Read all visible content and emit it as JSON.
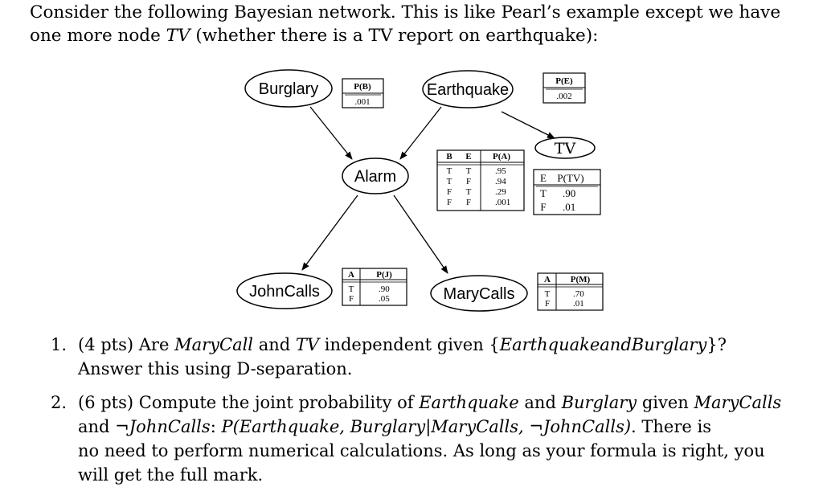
{
  "intro": {
    "line1": "Consider the following Bayesian network. This is like Pearl’s example except we have",
    "line2_a": "one more node ",
    "line2_tv": "TV",
    "line2_b": " (whether there is a TV report on earthquake):"
  },
  "network": {
    "nodes": {
      "burglary": "Burglary",
      "earthquake": "Earthquake",
      "alarm": "Alarm",
      "tv": "TV",
      "johncalls": "JohnCalls",
      "marycalls": "MaryCalls"
    },
    "cpt_b": {
      "header": "P(B)",
      "value": ".001"
    },
    "cpt_e": {
      "header": "P(E)",
      "value": ".002"
    },
    "cpt_a": {
      "h_b": "B",
      "h_e": "E",
      "h_p": "P(A)",
      "rows": [
        {
          "b": "T",
          "e": "T",
          "p": ".95"
        },
        {
          "b": "T",
          "e": "F",
          "p": ".94"
        },
        {
          "b": "F",
          "e": "T",
          "p": ".29"
        },
        {
          "b": "F",
          "e": "F",
          "p": ".001"
        }
      ]
    },
    "cpt_tv": {
      "h_e": "E",
      "h_p": "P(TV)",
      "rows": [
        {
          "e": "T",
          "p": ".90"
        },
        {
          "e": "F",
          "p": ".01"
        }
      ]
    },
    "cpt_j": {
      "h_a": "A",
      "h_p": "P(J)",
      "rows": [
        {
          "a": "T",
          "p": ".90"
        },
        {
          "a": "F",
          "p": ".05"
        }
      ]
    },
    "cpt_m": {
      "h_a": "A",
      "h_p": "P(M)",
      "rows": [
        {
          "a": "T",
          "p": ".70"
        },
        {
          "a": "F",
          "p": ".01"
        }
      ]
    }
  },
  "questions": [
    {
      "number": "1.",
      "l1_a": "(4 pts) Are ",
      "l1_v1": "MaryCall",
      "l1_b": " and ",
      "l1_v2": "TV",
      "l1_c": " independent given {",
      "l1_v3": "EarthquakeandBurglary",
      "l1_d": "}?",
      "l2": "Answer this using D-separation."
    },
    {
      "number": "2.",
      "l1_a": "(6 pts) Compute the joint probability of ",
      "l1_v1": "Earthquake",
      "l1_b": " and ",
      "l1_v2": "Burglary",
      "l1_c": " given ",
      "l1_v3": "MaryCalls",
      "l2_a": "and ¬",
      "l2_v1": "JohnCalls",
      "l2_b": ": ",
      "l2_formula": "P(Earthquake, Burglary|MaryCalls, ¬JohnCalls)",
      "l2_c": ". There is",
      "l3": "no need to perform numerical calculations. As long as your formula is right, you",
      "l4": "will get the full mark."
    }
  ]
}
